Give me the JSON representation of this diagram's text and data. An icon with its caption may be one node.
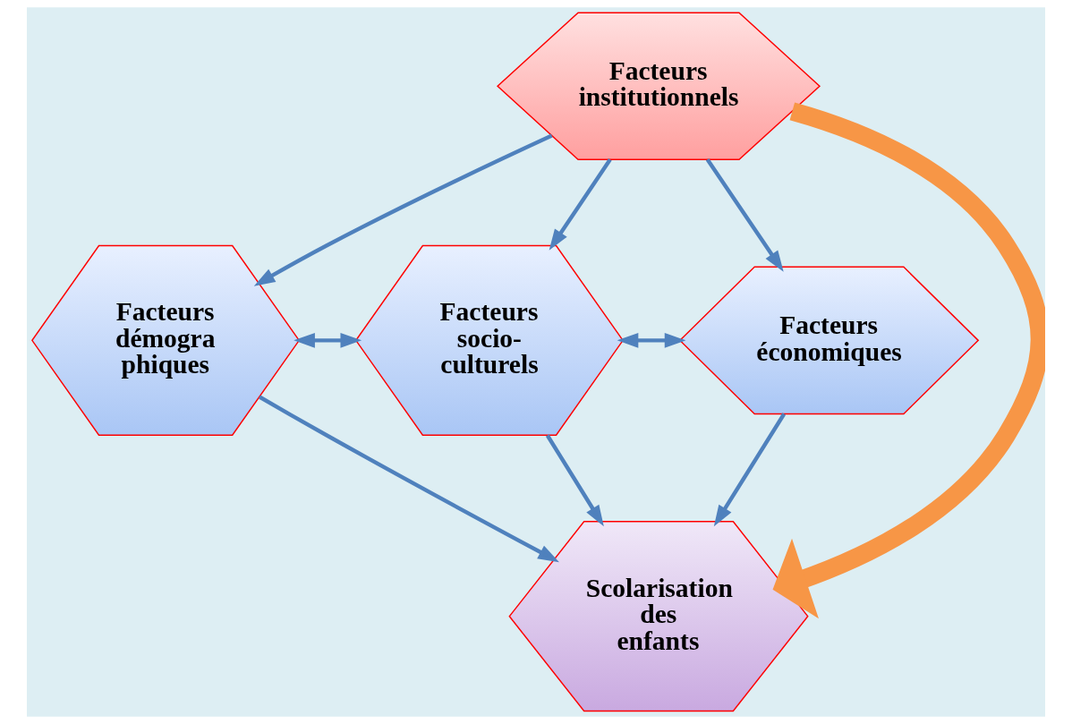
{
  "diagram": {
    "nodes": [
      {
        "text": [
          "Facteurs institutionnels"
        ]
      },
      {
        "text": [
          "Facteurs démogra phiques"
        ]
      },
      {
        "text": [
          "Facteurs socio- culturels"
        ]
      },
      {
        "text": [
          "Facteurs économiques"
        ]
      },
      {
        "text": [
          "Scolarisation des enfants"
        ]
      }
    ],
    "edges": [
      {
        "from": 0,
        "to": 1,
        "arrow": "to"
      },
      {
        "from": 0,
        "to": 2,
        "arrow": "to"
      },
      {
        "from": 0,
        "to": 3,
        "arrow": "to"
      },
      {
        "from": 1,
        "to": 2,
        "arrow": "both"
      },
      {
        "from": 2,
        "to": 3,
        "arrow": "both"
      },
      {
        "from": 1,
        "to": 4,
        "arrow": "to"
      },
      {
        "from": 2,
        "to": 4,
        "arrow": "to"
      },
      {
        "from": 3,
        "to": 4,
        "arrow": "to"
      },
      {
        "from": 0,
        "to": 4,
        "arrow": "to",
        "style": "thick",
        "color": "#f79646"
      }
    ]
  }
}
